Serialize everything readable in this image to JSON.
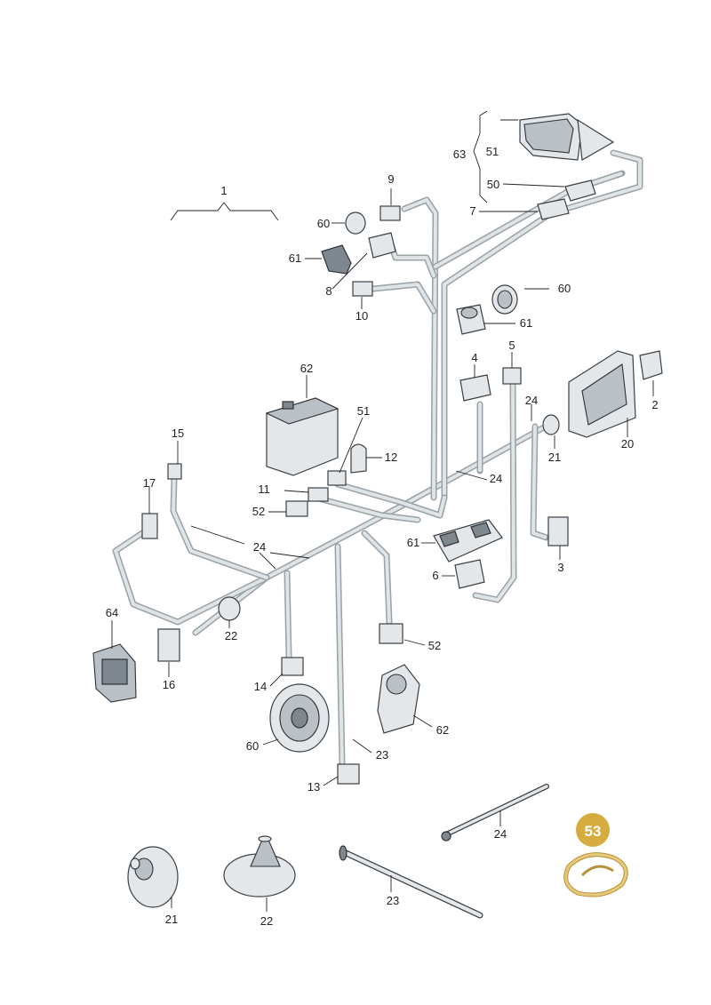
{
  "diagram": {
    "callouts": [
      {
        "id": "c1",
        "text": "1"
      },
      {
        "id": "c9",
        "text": "9"
      },
      {
        "id": "c60a",
        "text": "60"
      },
      {
        "id": "c61a",
        "text": "61"
      },
      {
        "id": "c8",
        "text": "8"
      },
      {
        "id": "c10",
        "text": "10"
      },
      {
        "id": "c51a",
        "text": "51"
      },
      {
        "id": "c63",
        "text": "63"
      },
      {
        "id": "c50",
        "text": "50"
      },
      {
        "id": "c7",
        "text": "7"
      },
      {
        "id": "c60b",
        "text": "60"
      },
      {
        "id": "c61b",
        "text": "61"
      },
      {
        "id": "c62a",
        "text": "62"
      },
      {
        "id": "c4",
        "text": "4"
      },
      {
        "id": "c5",
        "text": "5"
      },
      {
        "id": "c24a",
        "text": "24"
      },
      {
        "id": "c2",
        "text": "2"
      },
      {
        "id": "c20",
        "text": "20"
      },
      {
        "id": "c21a",
        "text": "21"
      },
      {
        "id": "c51b",
        "text": "51"
      },
      {
        "id": "c12",
        "text": "12"
      },
      {
        "id": "c24b",
        "text": "24"
      },
      {
        "id": "c15",
        "text": "15"
      },
      {
        "id": "c17",
        "text": "17"
      },
      {
        "id": "c11",
        "text": "11"
      },
      {
        "id": "c52a",
        "text": "52"
      },
      {
        "id": "c24c",
        "text": "24"
      },
      {
        "id": "c61c",
        "text": "61"
      },
      {
        "id": "c6",
        "text": "6"
      },
      {
        "id": "c3",
        "text": "3"
      },
      {
        "id": "c64",
        "text": "64"
      },
      {
        "id": "c22a",
        "text": "22"
      },
      {
        "id": "c16",
        "text": "16"
      },
      {
        "id": "c52b",
        "text": "52"
      },
      {
        "id": "c14",
        "text": "14"
      },
      {
        "id": "c62b",
        "text": "62"
      },
      {
        "id": "c60c",
        "text": "60"
      },
      {
        "id": "c23a",
        "text": "23"
      },
      {
        "id": "c13",
        "text": "13"
      },
      {
        "id": "c24d",
        "text": "24"
      },
      {
        "id": "c53",
        "text": "53"
      },
      {
        "id": "c21b",
        "text": "21"
      },
      {
        "id": "c22b",
        "text": "22"
      },
      {
        "id": "c23b",
        "text": "23"
      }
    ],
    "colors": {
      "highlight_badge": "#d6ab3f",
      "highlight_part": "#e6c97a",
      "line": "#222222",
      "harness": "#9aa3a8"
    }
  }
}
